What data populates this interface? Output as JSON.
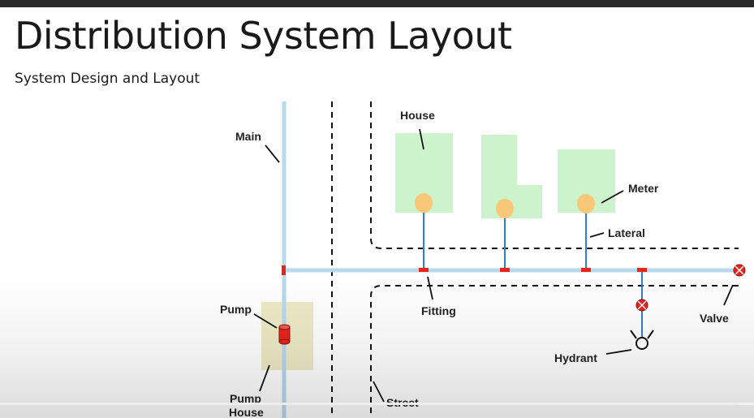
{
  "slide": {
    "title": "Distribution System Layout",
    "subtitle": "System Design and Layout"
  },
  "diagram": {
    "labels": {
      "main": "Main",
      "house": "House",
      "meter": "Meter",
      "lateral": "Lateral",
      "fitting": "Fitting",
      "valve": "Valve",
      "pump": "Pump",
      "hydrant": "Hydrant",
      "pump_house_line1": "Pump",
      "pump_house_line2": "House",
      "street": "Street"
    },
    "colors": {
      "main_pipe": "#b8d8ec",
      "service_line": "#2e7fd6",
      "house_fill": "#ccf3cc",
      "meter_fill": "#f8c878",
      "fitting": "#e8241c",
      "valve": "#e8241c",
      "pump_house_fill": "#eeeac6"
    },
    "icons": {
      "valve": "circle-x-icon",
      "hydrant": "hydrant-icon",
      "pump": "cylinder-icon"
    }
  },
  "player": {
    "progress_fraction": 0.98
  }
}
